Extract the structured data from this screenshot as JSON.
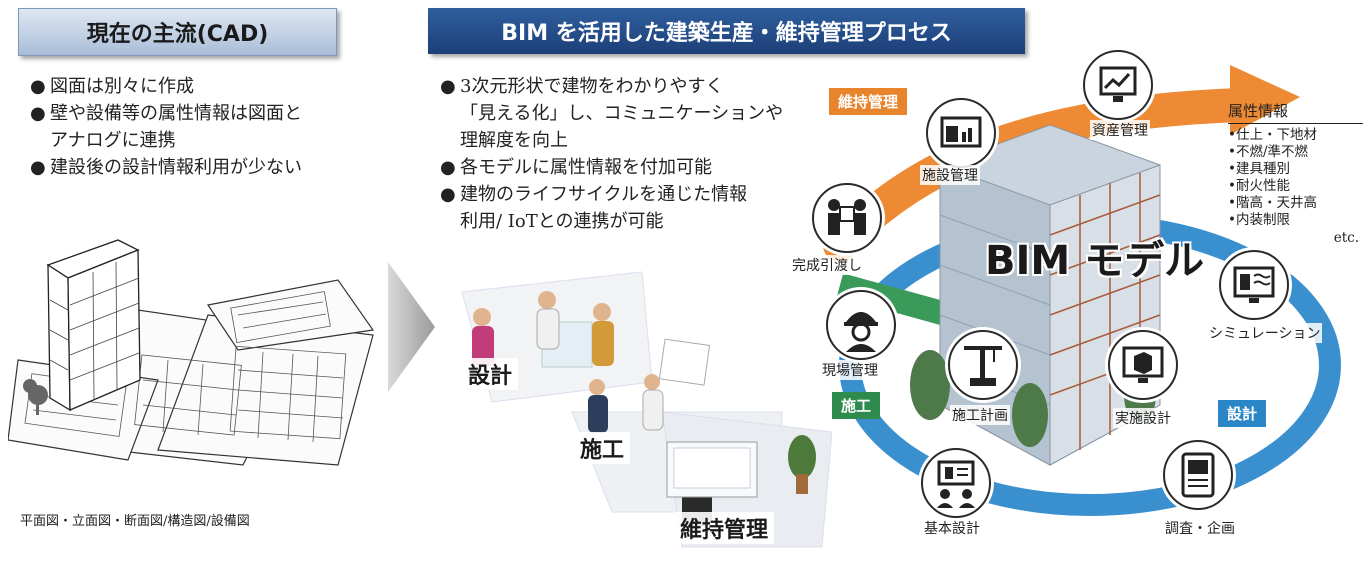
{
  "left": {
    "header": "現在の主流(CAD)",
    "bullets": [
      "図面は別々に作成",
      "壁や設備等の属性情報は図面と",
      "アナログに連携",
      "建設後の設計情報利用が少ない"
    ],
    "caption": "平面図・立面図・断面図/構造図/設備図"
  },
  "middle": {
    "header": "BIM を活用した建築生産・維持管理プロセス",
    "bullets": [
      "3次元形状で建物をわかりやすく",
      "「見える化」し、コミュニケーションや",
      "理解度を向上",
      "各モデルに属性情報を付加可能",
      "建物のライフサイクルを通じた情報",
      "利用/ IoTとの連携が可能"
    ],
    "roles": [
      "設計",
      "施工",
      "維持管理"
    ]
  },
  "right": {
    "bim_model": "BIM モデル",
    "phase_tags": {
      "maintenance": "維持管理",
      "construction": "施工",
      "design": "設計"
    },
    "tag_colors": {
      "maintenance": "#e8842c",
      "construction": "#2e8b4e",
      "design": "#2a86c6"
    },
    "nodes": {
      "asset": "資産管理",
      "facility": "施設管理",
      "handover": "完成引渡し",
      "site": "現場管理",
      "plan": "施工計画",
      "detail": "実施設計",
      "simulation": "シミュレーション",
      "basic": "基本設計",
      "survey": "調査・企画"
    },
    "attributes": {
      "title": "属性情報",
      "items": [
        "仕上・下地材",
        "不燃/準不燃",
        "建具種別",
        "耐火性能",
        "階高・天井高",
        "内装制限"
      ],
      "etc": "etc."
    }
  }
}
